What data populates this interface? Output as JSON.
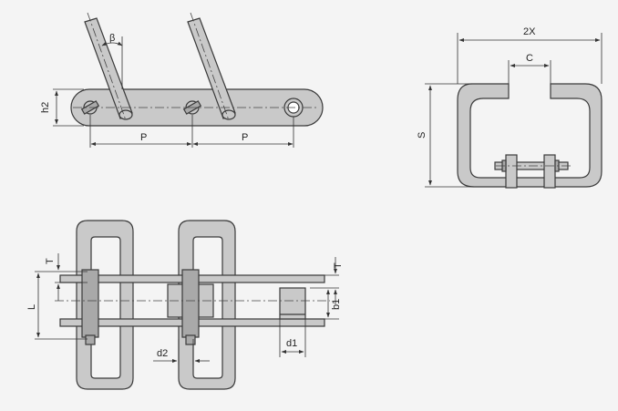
{
  "labels": {
    "beta": "β",
    "h2": "h2",
    "p_left": "P",
    "p_right": "P",
    "two_x": "2X",
    "c": "C",
    "s": "S",
    "t_left": "T",
    "l": "L",
    "d2": "d2",
    "t_right": "T",
    "b1": "b1",
    "d1": "d1"
  }
}
